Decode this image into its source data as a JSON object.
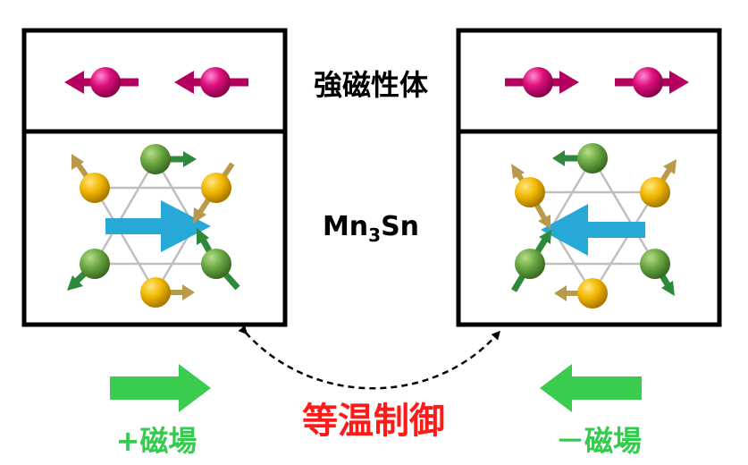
{
  "labels": {
    "ferromagnet": "強磁性体",
    "material_base": "Mn",
    "material_sub": "3",
    "material_tail": "Sn",
    "isothermal": "等温制御",
    "plus_field": "+磁場",
    "minus_field": "－磁場"
  },
  "colors": {
    "frame": "#000000",
    "ferro_spin": "#d6006f",
    "ferro_arrow": "#b4005e",
    "mn_green": "#6aa842",
    "mn_green_arrow": "#2e8a3a",
    "sn_gold": "#f2b800",
    "sn_gold_arrow": "#b89a4a",
    "net_arrow": "#27a9d8",
    "field_arrow": "#3acc4f",
    "isothermal_text": "#ff1a1a",
    "lattice": "#bfbfbf"
  },
  "icons": {
    "ferro_spin": "magnetic-spin-sphere-icon",
    "mn_atom": "mn-atom-sphere-icon",
    "sn_atom": "sn-atom-sphere-icon",
    "net_moment": "net-magnetization-arrow-icon",
    "field": "magnetic-field-arrow-icon",
    "switch": "curved-double-arrow-icon"
  }
}
